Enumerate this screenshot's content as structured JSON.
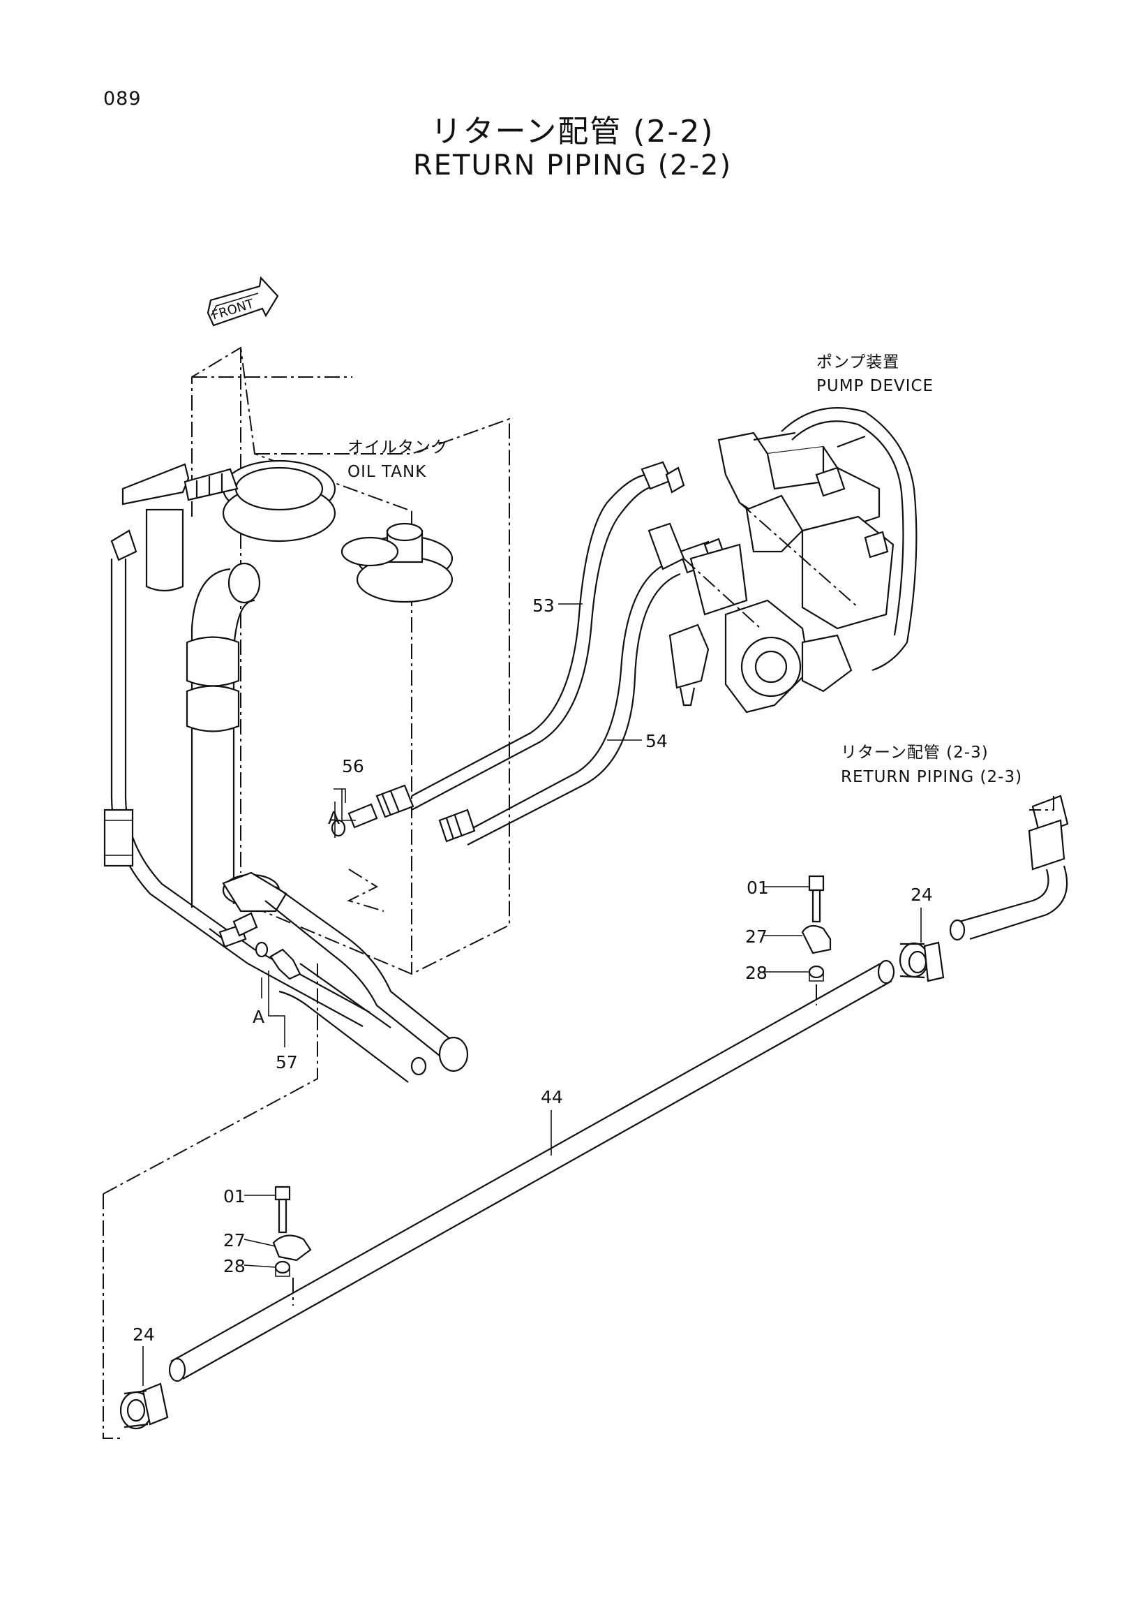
{
  "page_number": "089",
  "title_jp": "リターン配管 (2-2)",
  "title_en": "RETURN PIPING (2-2)",
  "front_label": "FRONT",
  "captions": {
    "pump_jp": "ポンプ装置",
    "pump_en": "PUMP DEVICE",
    "tank_jp": "オイルタンク",
    "tank_en": "OIL TANK",
    "return_jp": "リターン配管 (2-3)",
    "return_en": "RETURN PIPING (2-3)"
  },
  "callouts": {
    "p53": "53",
    "p54": "54",
    "p56": "56",
    "p57": "57",
    "a_upper": "A",
    "a_lower": "A",
    "p01_upper": "01",
    "p27_upper": "27",
    "p28_upper": "28",
    "p24_right": "24",
    "p44": "44",
    "p01_lower": "01",
    "p27_lower": "27",
    "p28_lower": "28",
    "p24_left": "24"
  }
}
